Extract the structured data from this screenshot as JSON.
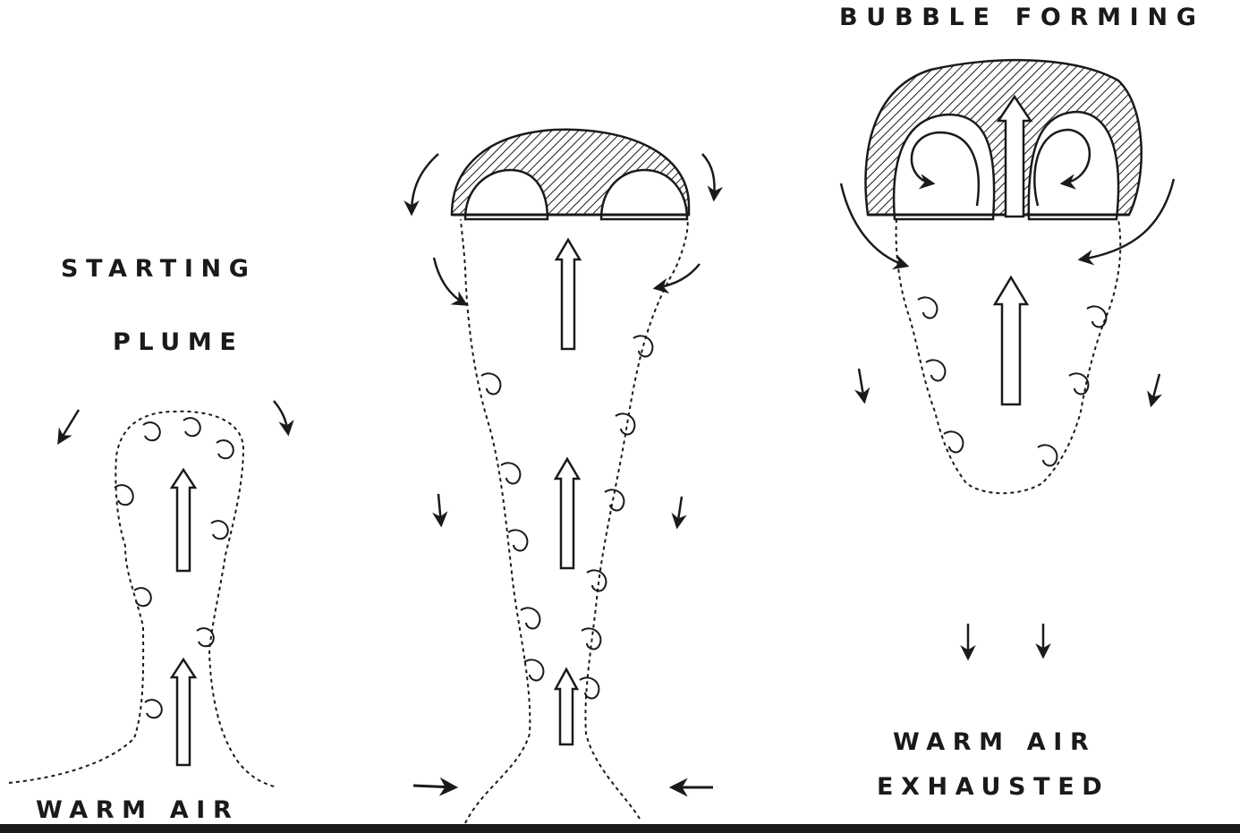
{
  "labels": {
    "starting": "STARTING",
    "plume": "PLUME",
    "warm_air": "WARM AIR",
    "bubble_forming": "BUBBLE FORMING",
    "warm_air_exhausted_line1": "WARM AIR",
    "warm_air_exhausted_line2": "EXHAUSTED"
  },
  "colors": {
    "ink": "#1a1a1a",
    "background": "#ffffff"
  }
}
